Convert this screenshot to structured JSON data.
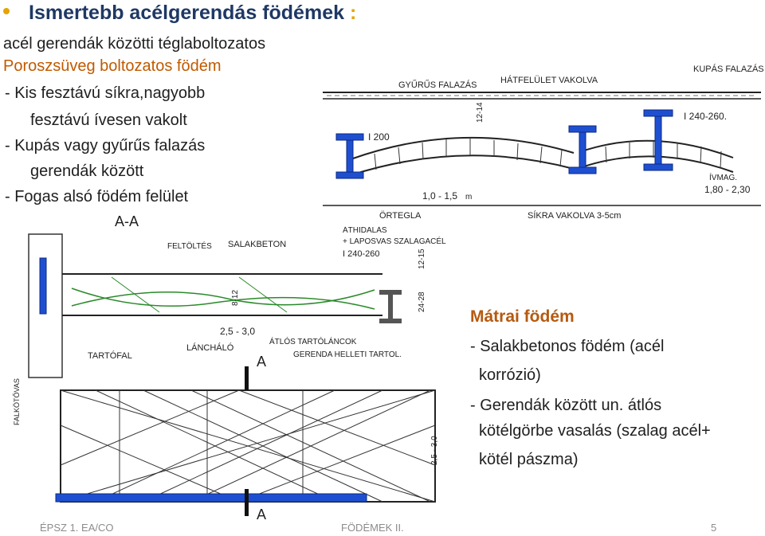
{
  "title": {
    "main": "Ismertebb acélgerendás födémek",
    "colon": ":"
  },
  "left_text": {
    "line1": "acél gerendák közötti téglaboltozatos",
    "line2": "Poroszsüveg boltozatos födém",
    "line3": "- Kis fesztávú síkra,nagyobb",
    "line4": "fesztávú ívesen vakolt",
    "line5": "- Kupás vagy gyűrűs falazás",
    "line6": "gerendák között",
    "line7": "- Fogas alsó födém felület",
    "section_label": "A-A"
  },
  "top_drawing": {
    "labels": {
      "gyurus": "GYŰRŰS FALAZÁS",
      "hatfelulet": "HÁTFELÜLET VAKOLVA",
      "kupas": "KUPÁS FALAZÁS",
      "i200": "I 200",
      "i240": "I 240-260.",
      "dim1214": "12-14",
      "ivmag": "ÍVMAG.",
      "ivmag_val": "1,80 - 2,30",
      "rise": "1,0 - 1,5",
      "m": "m",
      "ortegla": "ÖRTEGLA",
      "sikra": "SÍKRA VAKOLVA 3-5cm"
    }
  },
  "bottom_drawing": {
    "labels": {
      "feltoltes": "FELTÖLTÉS",
      "salakbeton": "SALAKBETON",
      "athidalas": "ÁTHIDALÁS",
      "laposvas": "+ LAPOSVAS SZALAGACÉL",
      "i240": "I 240-260",
      "dim1215": "12-15",
      "dim2428": "24-28",
      "dim812": "8-12",
      "span": "2,5 - 3,0",
      "tartofal": "TARTÓFAL",
      "lanchalo": "LÁNCHÁLÓ",
      "atlos": "ÁTLÓS TARTÓLÁNCOK",
      "gerenda": "GERENDA HELLETI TARTOL.",
      "dim2530": "2,5 - 3,0",
      "falkotovas": "FALKÖTŐVAS",
      "cut_a": "A",
      "cut_a2": "A"
    }
  },
  "matrai": {
    "title": "Mátrai födém",
    "line1": "- Salakbetonos födém (acél",
    "line2": "korrózió)",
    "line3": "- Gerendák között un. átlós",
    "line4": "kötélgörbe vasalás (szalag acél+",
    "line5": "kötél pászma)"
  },
  "footer": {
    "left": "ÉPSZ 1. EA/CO",
    "center": "FÖDÉMEK II.",
    "page": "5"
  },
  "colors": {
    "title": "#1f3864",
    "accent": "#e6a400",
    "orange": "#c05a00",
    "steel": "#1f4fd1",
    "ink": "#222222"
  }
}
